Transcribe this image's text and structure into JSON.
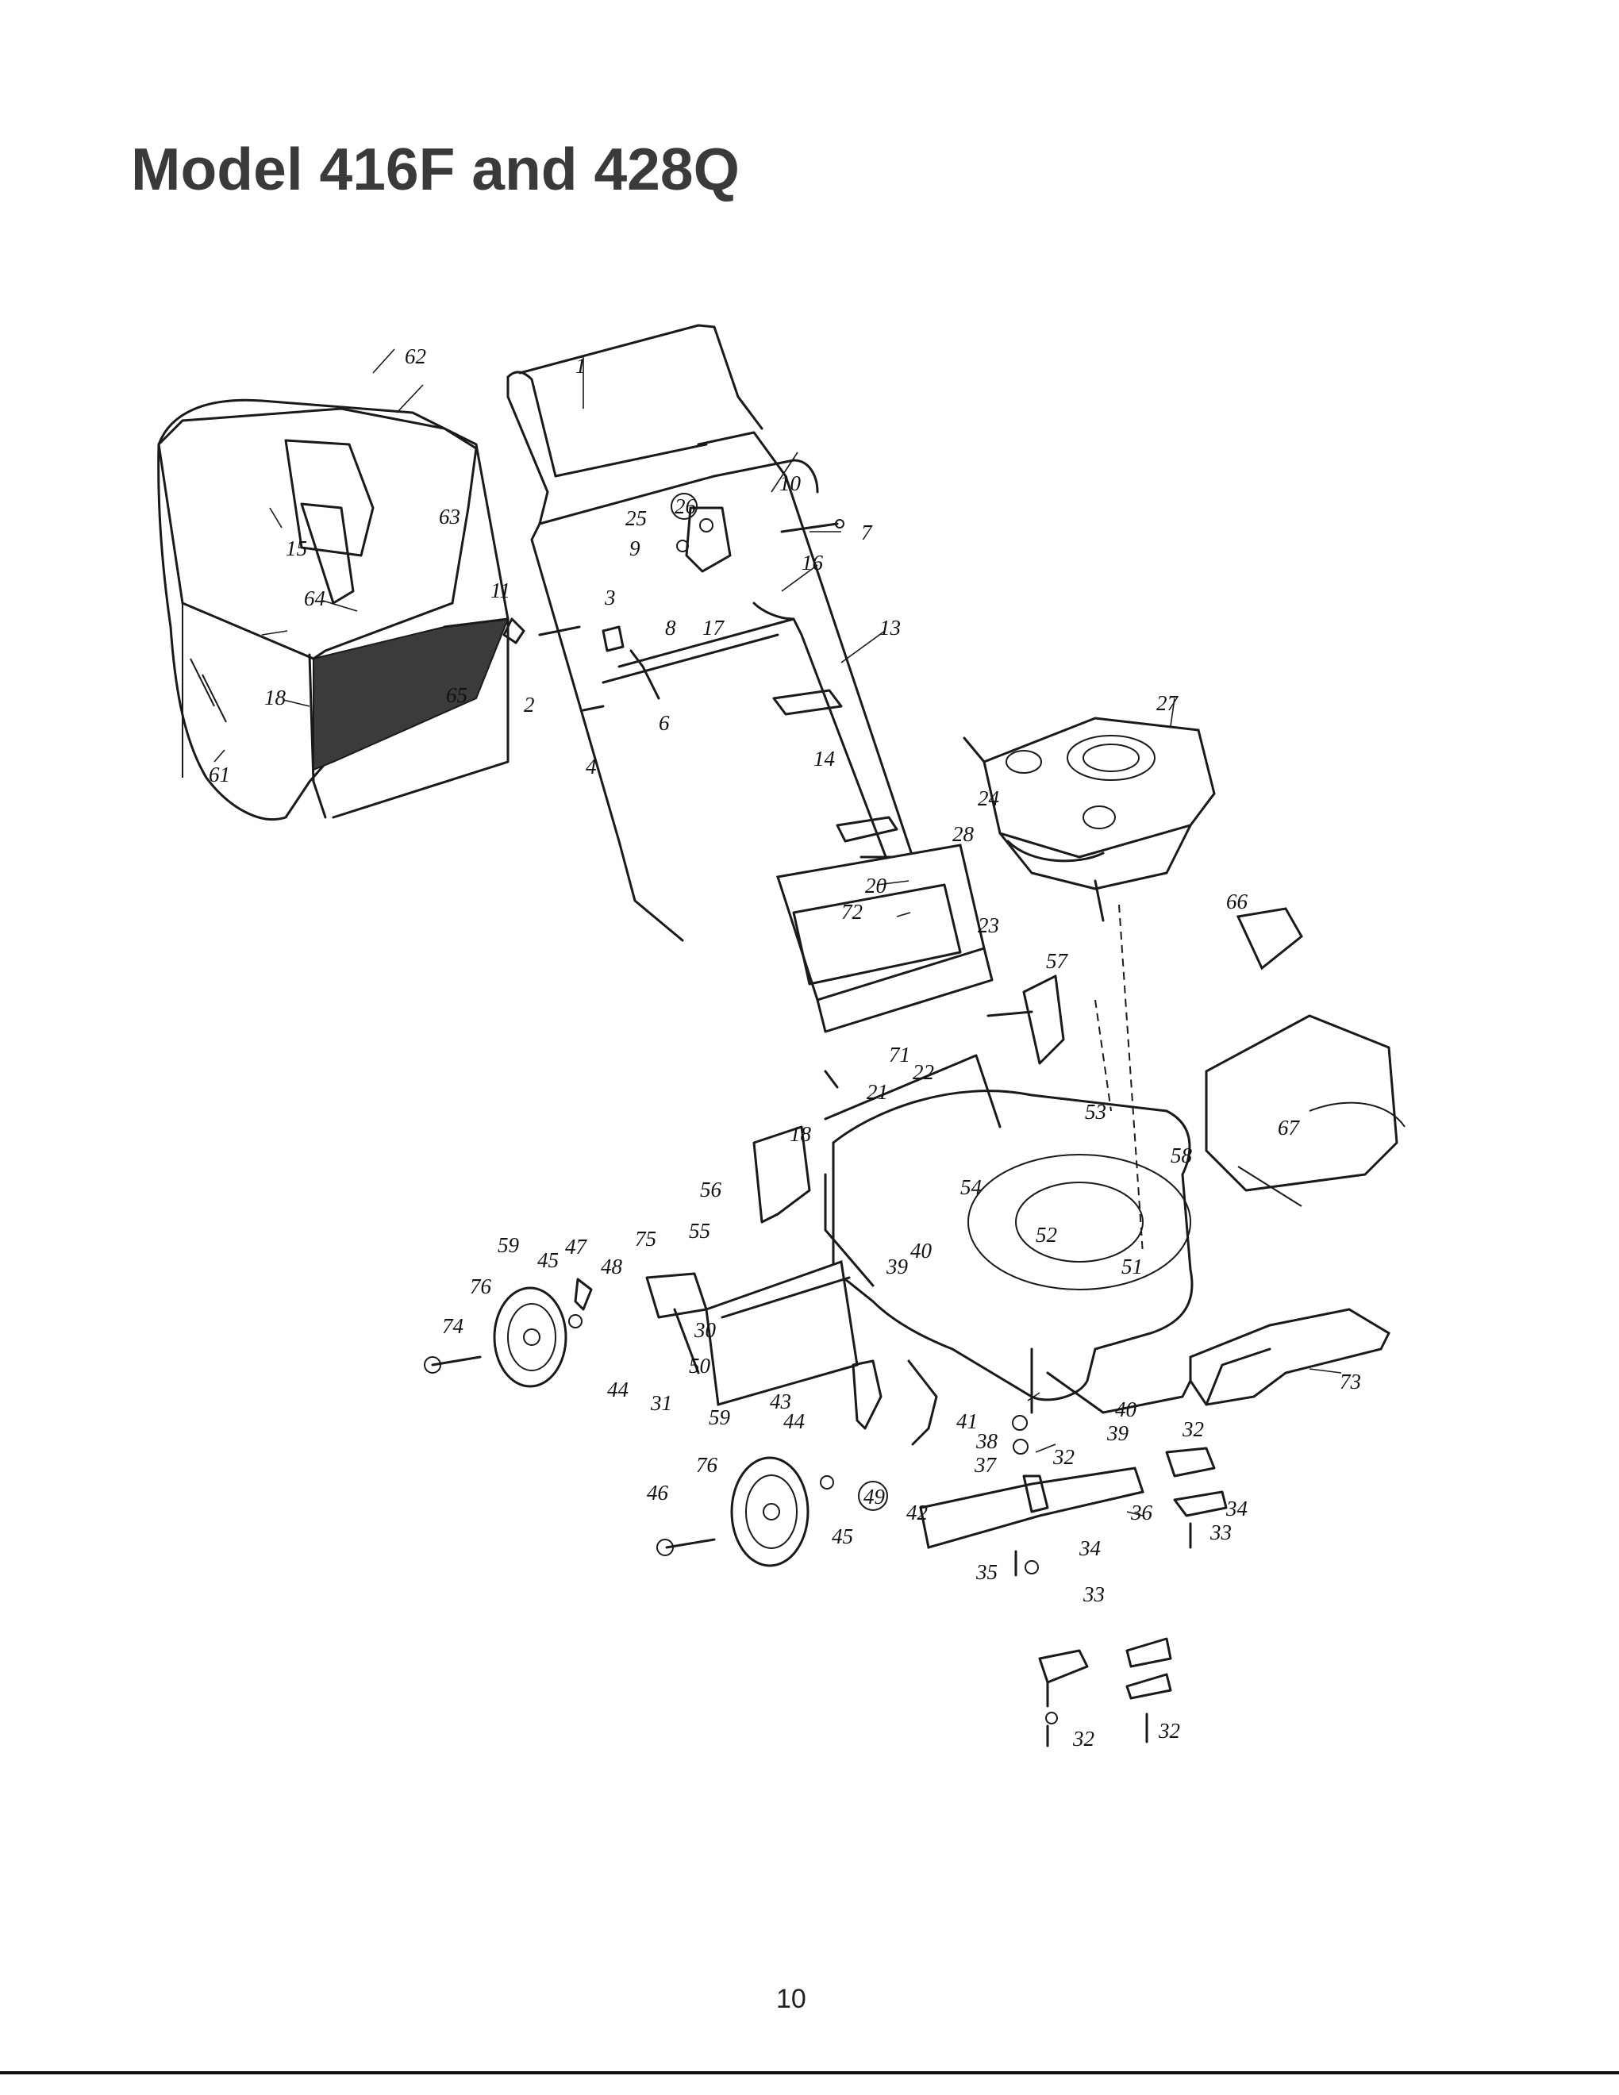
{
  "title": "Model 416F and 428Q",
  "page_number": "10",
  "callouts": [
    {
      "id": "c1",
      "label": "1"
    },
    {
      "id": "c2",
      "label": "2"
    },
    {
      "id": "c3",
      "label": "3"
    },
    {
      "id": "c4",
      "label": "4"
    },
    {
      "id": "c6",
      "label": "6"
    },
    {
      "id": "c7",
      "label": "7"
    },
    {
      "id": "c8",
      "label": "8"
    },
    {
      "id": "c9",
      "label": "9"
    },
    {
      "id": "c10",
      "label": "10"
    },
    {
      "id": "c11",
      "label": "11"
    },
    {
      "id": "c13",
      "label": "13"
    },
    {
      "id": "c14",
      "label": "14"
    },
    {
      "id": "c15",
      "label": "15"
    },
    {
      "id": "c16",
      "label": "16"
    },
    {
      "id": "c17",
      "label": "17"
    },
    {
      "id": "c18a",
      "label": "18"
    },
    {
      "id": "c18b",
      "label": "18"
    },
    {
      "id": "c20",
      "label": "20"
    },
    {
      "id": "c21",
      "label": "21"
    },
    {
      "id": "c22",
      "label": "22"
    },
    {
      "id": "c23",
      "label": "23"
    },
    {
      "id": "c24",
      "label": "24"
    },
    {
      "id": "c25",
      "label": "25"
    },
    {
      "id": "c26",
      "label": "26"
    },
    {
      "id": "c27",
      "label": "27"
    },
    {
      "id": "c28",
      "label": "28"
    },
    {
      "id": "c30",
      "label": "30"
    },
    {
      "id": "c31",
      "label": "31"
    },
    {
      "id": "c32a",
      "label": "32"
    },
    {
      "id": "c32b",
      "label": "32"
    },
    {
      "id": "c32c",
      "label": "32"
    },
    {
      "id": "c32d",
      "label": "32"
    },
    {
      "id": "c33a",
      "label": "33"
    },
    {
      "id": "c33b",
      "label": "33"
    },
    {
      "id": "c34a",
      "label": "34"
    },
    {
      "id": "c34b",
      "label": "34"
    },
    {
      "id": "c35",
      "label": "35"
    },
    {
      "id": "c36",
      "label": "36"
    },
    {
      "id": "c37",
      "label": "37"
    },
    {
      "id": "c38",
      "label": "38"
    },
    {
      "id": "c39a",
      "label": "39"
    },
    {
      "id": "c39b",
      "label": "39"
    },
    {
      "id": "c40a",
      "label": "40"
    },
    {
      "id": "c40b",
      "label": "40"
    },
    {
      "id": "c41",
      "label": "41"
    },
    {
      "id": "c42",
      "label": "42"
    },
    {
      "id": "c43",
      "label": "43"
    },
    {
      "id": "c44a",
      "label": "44"
    },
    {
      "id": "c44b",
      "label": "44"
    },
    {
      "id": "c45a",
      "label": "45"
    },
    {
      "id": "c45b",
      "label": "45"
    },
    {
      "id": "c46",
      "label": "46"
    },
    {
      "id": "c47",
      "label": "47"
    },
    {
      "id": "c48",
      "label": "48"
    },
    {
      "id": "c49",
      "label": "49"
    },
    {
      "id": "c50",
      "label": "50"
    },
    {
      "id": "c51",
      "label": "51"
    },
    {
      "id": "c52",
      "label": "52"
    },
    {
      "id": "c53",
      "label": "53"
    },
    {
      "id": "c54",
      "label": "54"
    },
    {
      "id": "c55",
      "label": "55"
    },
    {
      "id": "c56",
      "label": "56"
    },
    {
      "id": "c57",
      "label": "57"
    },
    {
      "id": "c58",
      "label": "58"
    },
    {
      "id": "c59a",
      "label": "59"
    },
    {
      "id": "c59b",
      "label": "59"
    },
    {
      "id": "c61",
      "label": "61"
    },
    {
      "id": "c62",
      "label": "62"
    },
    {
      "id": "c63",
      "label": "63"
    },
    {
      "id": "c64",
      "label": "64"
    },
    {
      "id": "c65",
      "label": "65"
    },
    {
      "id": "c66",
      "label": "66"
    },
    {
      "id": "c67",
      "label": "67"
    },
    {
      "id": "c71",
      "label": "71"
    },
    {
      "id": "c72",
      "label": "72"
    },
    {
      "id": "c73",
      "label": "73"
    },
    {
      "id": "c74",
      "label": "74"
    },
    {
      "id": "c75",
      "label": "75"
    },
    {
      "id": "c76a",
      "label": "76"
    },
    {
      "id": "c76b",
      "label": "76"
    }
  ]
}
